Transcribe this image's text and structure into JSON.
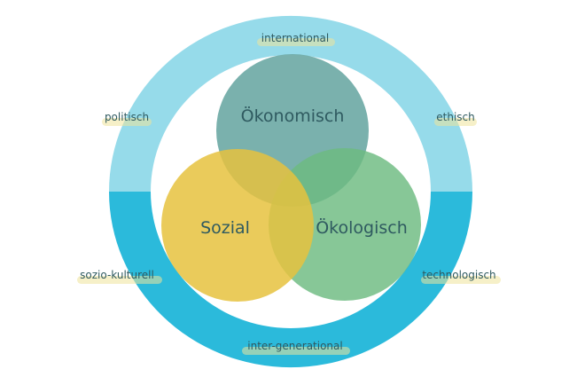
{
  "colors": {
    "ring_top": "#96dbea",
    "ring_bottom": "#2bbadb",
    "highlight": "#f3ebb0",
    "economic": "#6faaa6",
    "ecological": "#7cc18c",
    "social": "#e8c54a"
  },
  "circles": {
    "economic": "Ökonomisch",
    "social": "Sozial",
    "ecological": "Ökologisch"
  },
  "ring_labels": {
    "top": "international",
    "left_top": "politisch",
    "right_top": "ethisch",
    "left_bottom": "sozio-kulturell",
    "right_bottom": "technologisch",
    "bottom": "inter-generational"
  }
}
